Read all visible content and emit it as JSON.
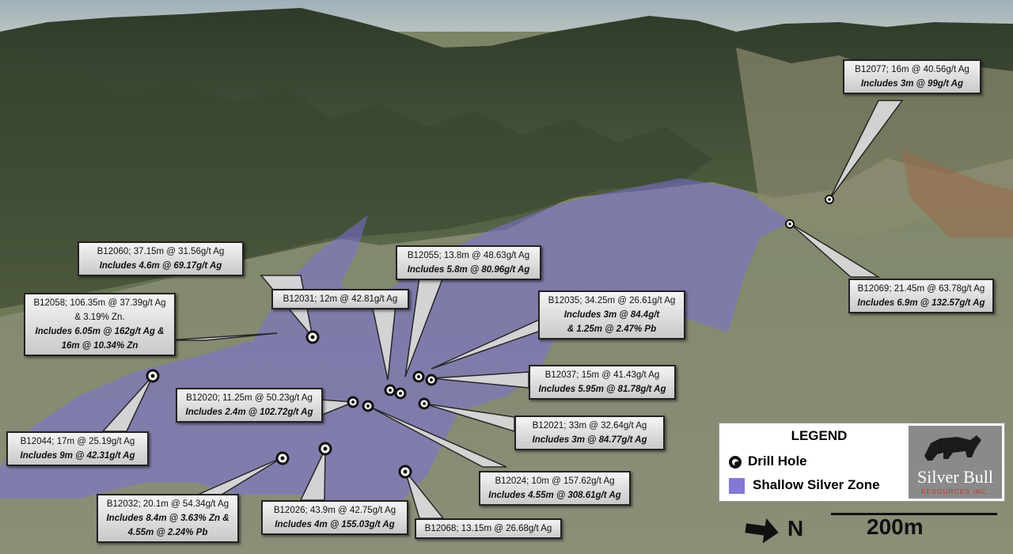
{
  "colors": {
    "zone": "#7a6fd8",
    "callout_border": "#222222",
    "drill_ring": "#111111"
  },
  "callouts": [
    {
      "id": "B12060",
      "line1": "B12060; 37.15m @ 31.56g/t Ag",
      "line2": "Includes 4.6m @ 69.17g/t Ag",
      "line3": ""
    },
    {
      "id": "B12058",
      "line1": "B12058; 106.35m @ 37.39g/t Ag",
      "line2": "& 3.19% Zn.",
      "line3": "Includes 6.05m @ 162g/t Ag &",
      "line4": "16m @ 10.34% Zn"
    },
    {
      "id": "B12055",
      "line1": "B12055; 13.8m @ 48.63g/t Ag",
      "line2": "Includes 5.8m @ 80.96g/t Ag"
    },
    {
      "id": "B12031",
      "line1": "B12031; 12m @ 42.81g/t Ag"
    },
    {
      "id": "B12035",
      "line1": "B12035; 34.25m @ 26.61g/t Ag",
      "line2": "Includes 3m @ 84.4g/t",
      "line3": "& 1.25m @ 2.47% Pb"
    },
    {
      "id": "B12077",
      "line1": "B12077; 16m @ 40.56g/t Ag",
      "line2": "Includes 3m @ 99g/t Ag"
    },
    {
      "id": "B12069",
      "line1": "B12069; 21.45m @ 63.78g/t Ag",
      "line2": "Includes 6.9m @ 132.57g/t Ag"
    },
    {
      "id": "B12037",
      "line1": "B12037; 15m @ 41.43g/t Ag",
      "line2": "Includes 5.95m @ 81.78g/t Ag"
    },
    {
      "id": "B12020",
      "line1": "B12020; 11.25m @ 50.23g/t Ag",
      "line2": "Includes 2.4m @ 102.72g/t Ag"
    },
    {
      "id": "B12021",
      "line1": "B12021; 33m @ 32.64g/t Ag",
      "line2": "Includes 3m @ 84.77g/t Ag"
    },
    {
      "id": "B12044",
      "line1": "B12044; 17m @ 25.19g/t Ag",
      "line2": "Includes 9m @ 42.31g/t Ag"
    },
    {
      "id": "B12024",
      "line1": "B12024; 10m @ 157.62g/t Ag",
      "line2": "Includes 4.55m @ 308.61g/t Ag"
    },
    {
      "id": "B12032",
      "line1": "B12032; 20.1m @ 54.34g/t Ag",
      "line2": "Includes 8.4m @ 3.63% Zn &",
      "line3": "4.55m @ 2.24% Pb"
    },
    {
      "id": "B12026",
      "line1": "B12026; 43.9m @ 42.75g/t Ag",
      "line2": "Includes 4m @ 155.03g/t Ag"
    },
    {
      "id": "B12068",
      "line1": "B12068; 13.15m @ 26.68g/t Ag"
    }
  ],
  "legend": {
    "title": "LEGEND",
    "drill_hole": "Drill Hole",
    "zone": "Shallow Silver Zone"
  },
  "logo": {
    "name": "Silver Bull",
    "sub": "RESOURCES INC."
  },
  "north_label": "N",
  "scale_label": "200m"
}
